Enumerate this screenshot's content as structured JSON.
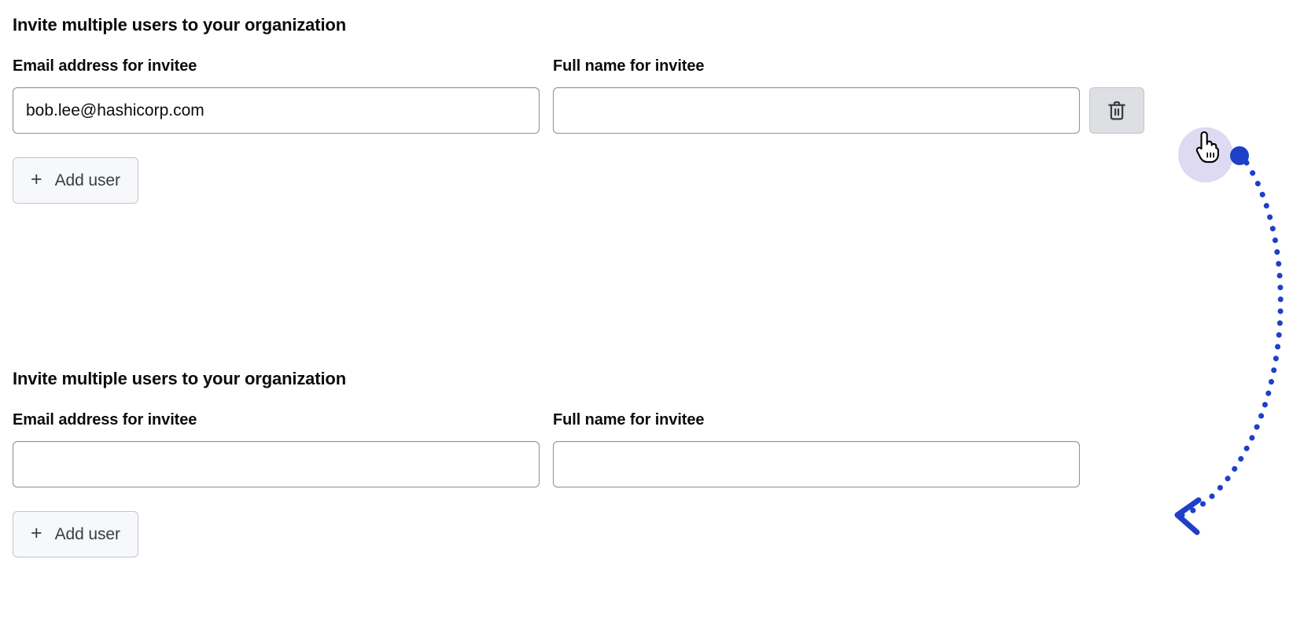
{
  "accent": {
    "annotation_blue": "#1e40c8",
    "input_border": "#8c8fa1",
    "button_border": "#c2c5cb",
    "button_bg": "#f7f8fa",
    "delete_hover_bg": "#dedfe3",
    "cursor_halo": "#c8c4e8"
  },
  "blocks": [
    {
      "title": "Invite multiple users to your organization",
      "email_label": "Email address for invitee",
      "email_value": "bob.lee@hashicorp.com",
      "email_placeholder": "",
      "name_label": "Full name for invitee",
      "name_value": "",
      "name_placeholder": "",
      "has_delete": true,
      "delete_icon": "trash-icon",
      "add_user_label": "Add user",
      "add_user_icon": "plus-icon"
    },
    {
      "title": "Invite multiple users to your organization",
      "email_label": "Email address for invitee",
      "email_value": "",
      "email_placeholder": "",
      "name_label": "Full name for invitee",
      "name_value": "",
      "name_placeholder": "",
      "has_delete": false,
      "delete_icon": "",
      "add_user_label": "Add user",
      "add_user_icon": "plus-icon"
    }
  ],
  "annotation": {
    "cursor_icon": "hand-pointer-cursor",
    "start_dot": "click-origin-dot",
    "arrow_icon": "arrow-left-head",
    "path_style": "dotted-curve"
  }
}
